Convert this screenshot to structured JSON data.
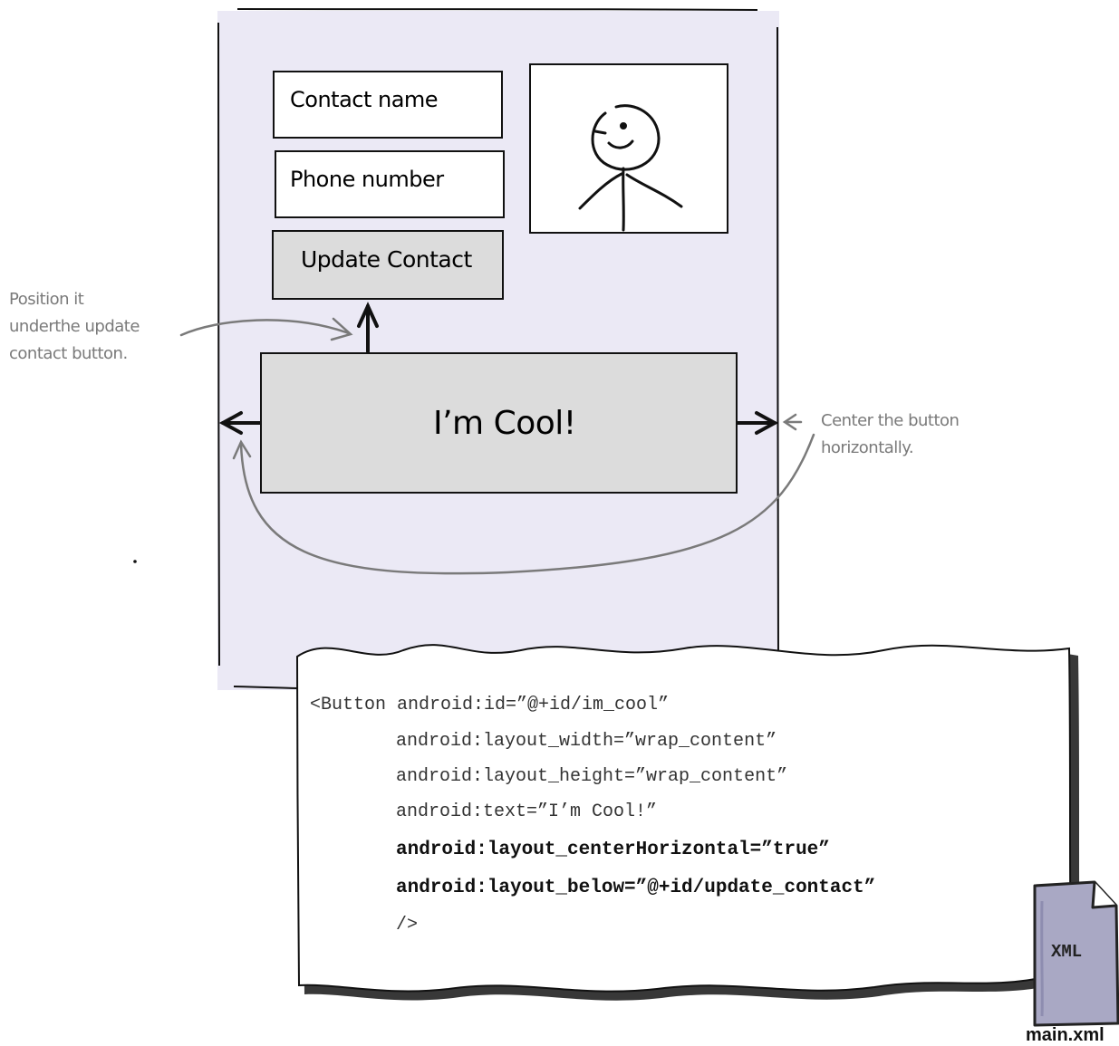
{
  "screen": {
    "contact_name_placeholder": "Contact name",
    "phone_number_placeholder": "Phone number",
    "update_button_label": "Update Contact",
    "cool_button_label": "I’m Cool!"
  },
  "annotations": {
    "position_note": [
      "Position it",
      "underthe update",
      "contact button."
    ],
    "center_note": [
      "Center the button",
      "horizontally."
    ]
  },
  "code": {
    "lines": [
      "<Button android:id=”@+id/im_cool”",
      "android:layout_width=”wrap_content”",
      "android:layout_height=”wrap_content”",
      "android:text=”I’m Cool!”",
      "android:layout_centerHorizontal=”true”",
      "android:layout_below=”@+id/update_contact”",
      "/>"
    ]
  },
  "file": {
    "icon_label": "XML",
    "name": "main.xml"
  },
  "colors": {
    "screen_bg": "#ebe9f5",
    "button_bg": "#dcdcdc",
    "note_gray": "#7a7a7a"
  }
}
